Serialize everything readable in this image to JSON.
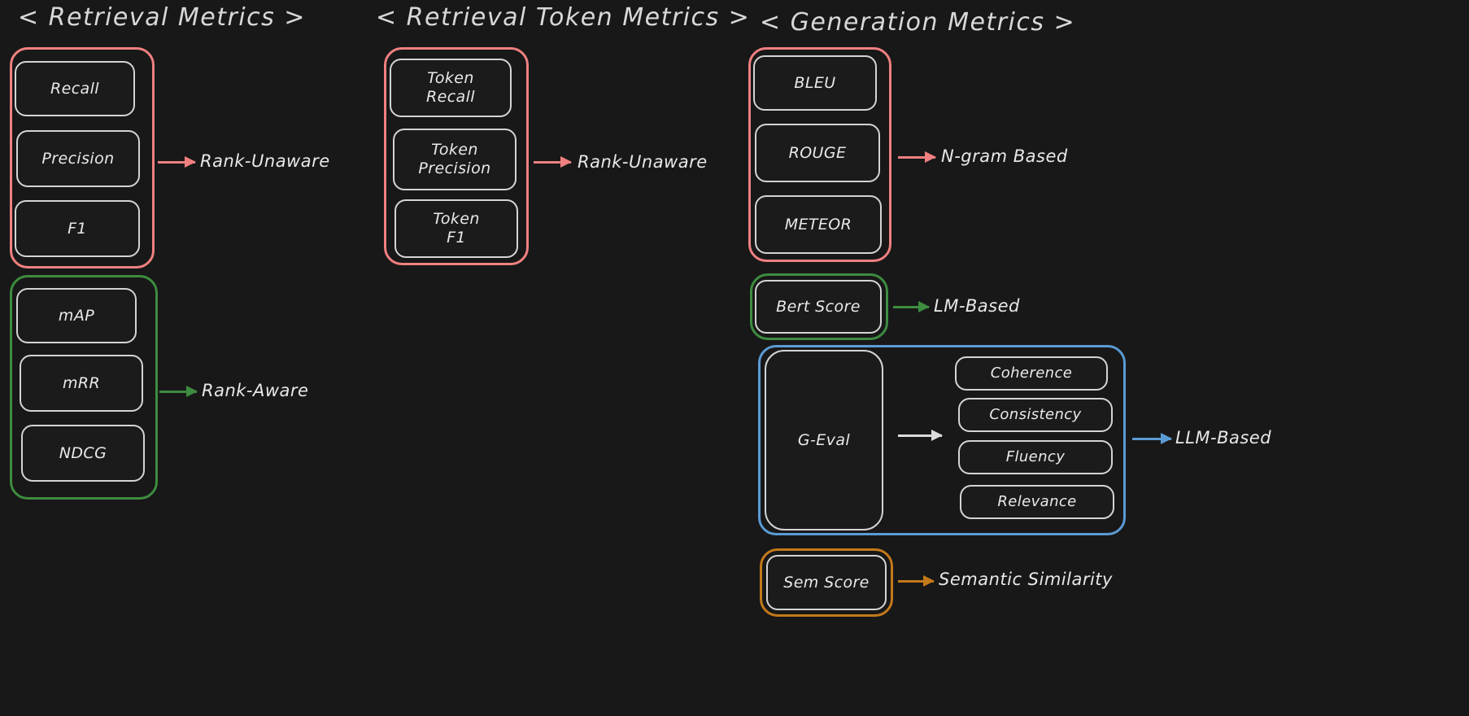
{
  "diagram": {
    "title_columns": [
      {
        "text": "< Retrieval Metrics >"
      },
      {
        "text": "< Retrieval Token Metrics >"
      },
      {
        "text": "< Generation Metrics >"
      }
    ],
    "colors": {
      "background": "#181818",
      "box_border": "#d4d4d4",
      "text": "#e9e9e9",
      "red": "#f08080",
      "green": "#3d8c40",
      "blue": "#5b9bd5",
      "orange": "#c4791a",
      "white_arrow": "#dcdcdc"
    },
    "columns": [
      {
        "name": "retrieval-metrics",
        "header": "< Retrieval Metrics >",
        "groups": [
          {
            "name": "rank-unaware-group",
            "color": "red",
            "category_label": "Rank-Unaware",
            "nodes": [
              "Recall",
              "Precision",
              "F1"
            ]
          },
          {
            "name": "rank-aware-group",
            "color": "green",
            "category_label": "Rank-Aware",
            "nodes": [
              "mAP",
              "mRR",
              "NDCG"
            ]
          }
        ]
      },
      {
        "name": "retrieval-token-metrics",
        "header": "< Retrieval Token Metrics >",
        "groups": [
          {
            "name": "token-rank-unaware-group",
            "color": "red",
            "category_label": "Rank-Unaware",
            "nodes": [
              "Token\nRecall",
              "Token\nPrecision",
              "Token\nF1"
            ]
          }
        ]
      },
      {
        "name": "generation-metrics",
        "header": "< Generation Metrics >",
        "groups": [
          {
            "name": "n-gram-based-group",
            "color": "red",
            "category_label": "N-gram Based",
            "nodes": [
              "BLEU",
              "ROUGE",
              "METEOR"
            ]
          },
          {
            "name": "lm-based-group",
            "color": "green",
            "category_label": "LM-Based",
            "nodes": [
              "Bert Score"
            ]
          },
          {
            "name": "llm-based-group",
            "color": "blue",
            "category_label": "LLM-Based",
            "nodes": [
              "G-Eval"
            ],
            "sub_nodes": [
              "Coherence",
              "Consistency",
              "Fluency",
              "Relevance"
            ]
          },
          {
            "name": "semantic-similarity-group",
            "color": "orange",
            "category_label": "Semantic Similarity",
            "nodes": [
              "Sem Score"
            ]
          }
        ]
      }
    ]
  }
}
